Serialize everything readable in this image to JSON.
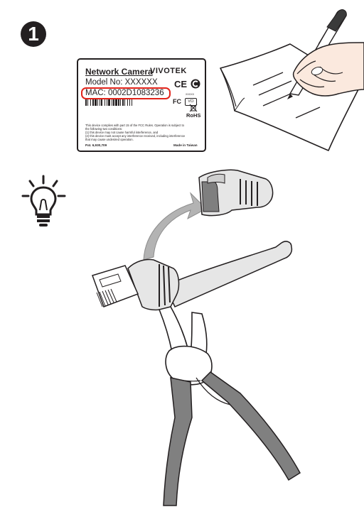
{
  "step": {
    "number": "1"
  },
  "label": {
    "title": "Network Camera",
    "model": "Model No: XXXXXX",
    "mac": "MAC: 0002D1083236",
    "brand": "VIVOTEK",
    "ce_mark": "CE",
    "fc_mark": "FC",
    "vci_mark": "VCI",
    "xxxxx_text": "XXXXX",
    "rohs": "RoHS",
    "fcc_statement_lines": [
      "This device complies with part 15 of the FCC Rules. Operation is subject to",
      "the following two conditions:",
      "(1) this device may not cause harmful interference, and",
      "(2) this device must accept any interference received, including interference",
      "that may cause undesired operation."
    ],
    "patent": "Pat. 6,930,709",
    "made_in": "Made in Taiwan"
  },
  "colors": {
    "ink": "#231f20",
    "highlight": "#e2231a",
    "cable_gray": "#e6e6e6",
    "boot_gray": "#7f7f7f",
    "handle_gray": "#808080",
    "skin": "#fbe9de"
  },
  "icons": [
    "lightbulb-tip-icon",
    "pencil-hand-icon",
    "document-icon",
    "cable-boot-icon",
    "rj45-cable-icon",
    "wire-cutter-icon",
    "curved-arrow-icon"
  ]
}
